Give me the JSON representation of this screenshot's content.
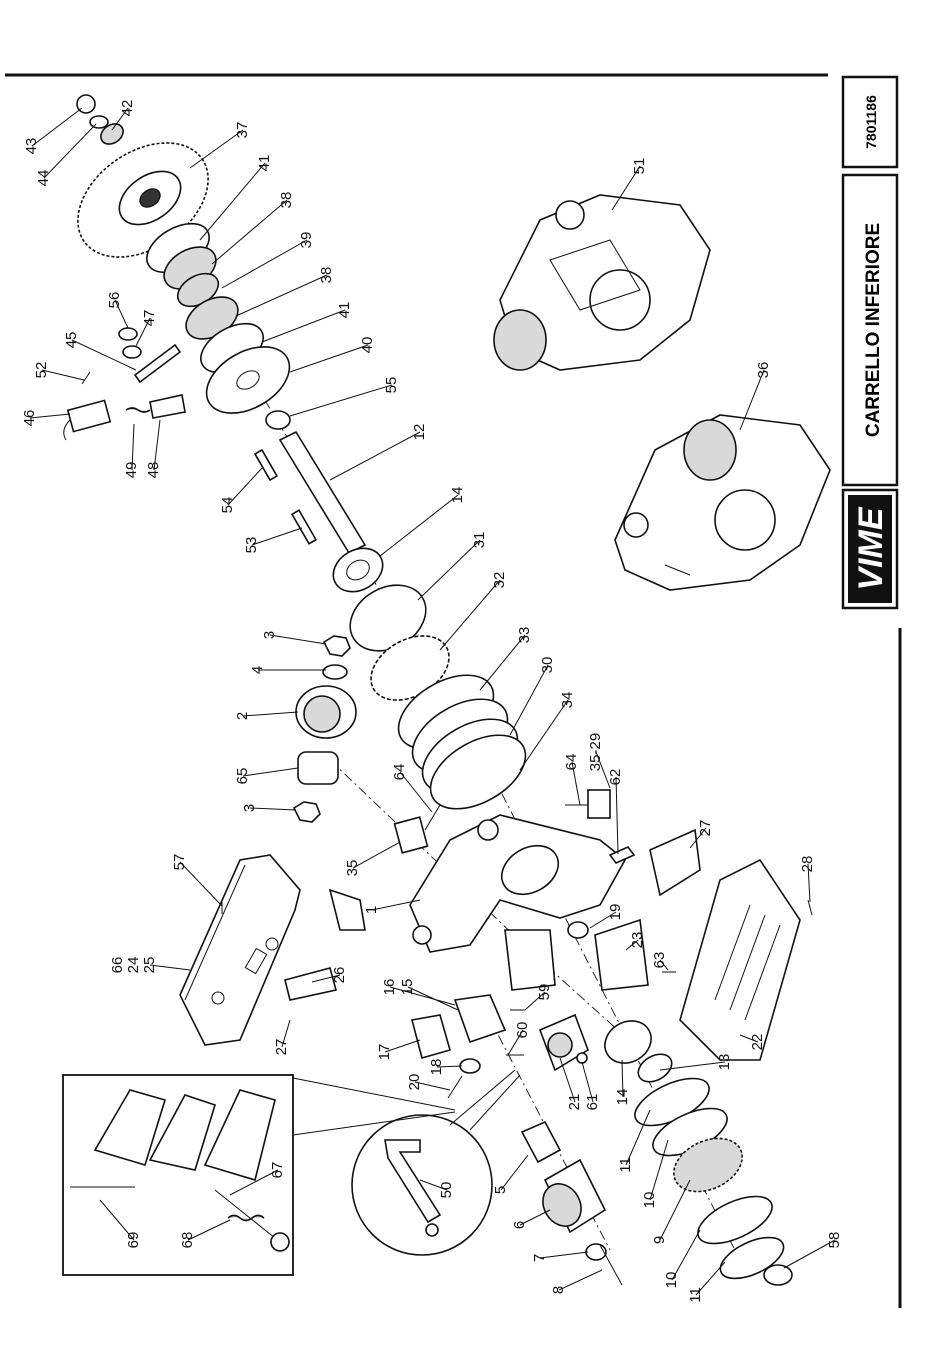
{
  "title_block": {
    "doc_number": "7801186",
    "title": "CARRELLO INFERIORE",
    "brand": "VIME"
  },
  "callouts": [
    {
      "label": "43"
    },
    {
      "label": "44"
    },
    {
      "label": "42"
    },
    {
      "label": "37"
    },
    {
      "label": "41"
    },
    {
      "label": "38"
    },
    {
      "label": "39"
    },
    {
      "label": "38"
    },
    {
      "label": "41"
    },
    {
      "label": "40"
    },
    {
      "label": "55"
    },
    {
      "label": "56"
    },
    {
      "label": "47"
    },
    {
      "label": "45"
    },
    {
      "label": "52"
    },
    {
      "label": "46"
    },
    {
      "label": "49"
    },
    {
      "label": "48"
    },
    {
      "label": "54"
    },
    {
      "label": "12"
    },
    {
      "label": "53"
    },
    {
      "label": "14"
    },
    {
      "label": "31"
    },
    {
      "label": "32"
    },
    {
      "label": "3"
    },
    {
      "label": "4"
    },
    {
      "label": "2"
    },
    {
      "label": "65"
    },
    {
      "label": "3"
    },
    {
      "label": "33"
    },
    {
      "label": "30"
    },
    {
      "label": "34"
    },
    {
      "label": "64"
    },
    {
      "label": "35"
    },
    {
      "label": "64"
    },
    {
      "label": "35-29"
    },
    {
      "label": "62"
    },
    {
      "label": "27"
    },
    {
      "label": "57"
    },
    {
      "label": "66"
    },
    {
      "label": "24"
    },
    {
      "label": "25"
    },
    {
      "label": "1"
    },
    {
      "label": "26"
    },
    {
      "label": "19"
    },
    {
      "label": "23"
    },
    {
      "label": "63"
    },
    {
      "label": "28"
    },
    {
      "label": "16"
    },
    {
      "label": "15"
    },
    {
      "label": "59"
    },
    {
      "label": "27"
    },
    {
      "label": "17"
    },
    {
      "label": "18"
    },
    {
      "label": "60"
    },
    {
      "label": "20"
    },
    {
      "label": "21"
    },
    {
      "label": "61"
    },
    {
      "label": "14"
    },
    {
      "label": "13"
    },
    {
      "label": "22"
    },
    {
      "label": "5"
    },
    {
      "label": "50"
    },
    {
      "label": "11"
    },
    {
      "label": "10"
    },
    {
      "label": "9"
    },
    {
      "label": "6"
    },
    {
      "label": "7"
    },
    {
      "label": "10"
    },
    {
      "label": "8"
    },
    {
      "label": "11"
    },
    {
      "label": "58"
    },
    {
      "label": "67"
    },
    {
      "label": "68"
    },
    {
      "label": "69"
    },
    {
      "label": "51"
    },
    {
      "label": "36"
    }
  ]
}
